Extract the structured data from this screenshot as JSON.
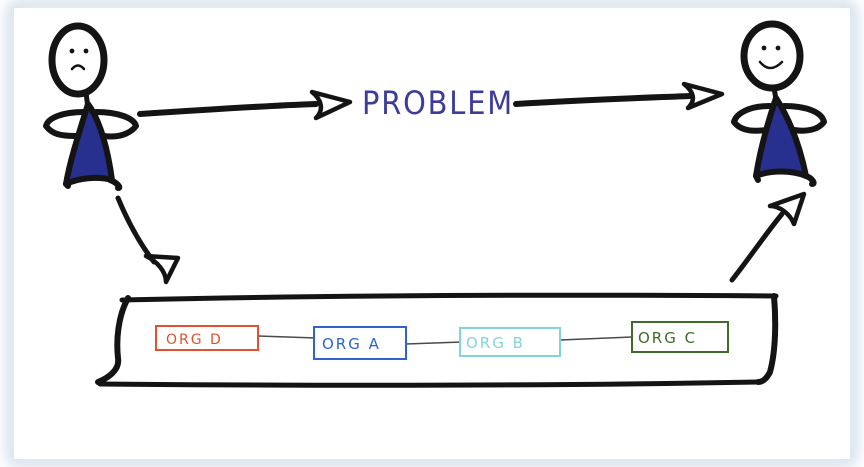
{
  "diagram": {
    "problem_label": "PROBLEM",
    "orgs": [
      {
        "label": "ORG D",
        "color": "#e2512f"
      },
      {
        "label": "ORG A",
        "color": "#2f64c8"
      },
      {
        "label": "ORG B",
        "color": "#86d2dc"
      },
      {
        "label": "ORG C",
        "color": "#3e6b2a"
      }
    ],
    "colors": {
      "ink": "#141414",
      "problem_text": "#3d3c9a",
      "body_fill": "#27308e",
      "frame_shadow": "#b5c9de"
    },
    "icons": {
      "left_person": "sad-stick-figure-icon",
      "right_person": "happy-stick-figure-icon"
    }
  }
}
